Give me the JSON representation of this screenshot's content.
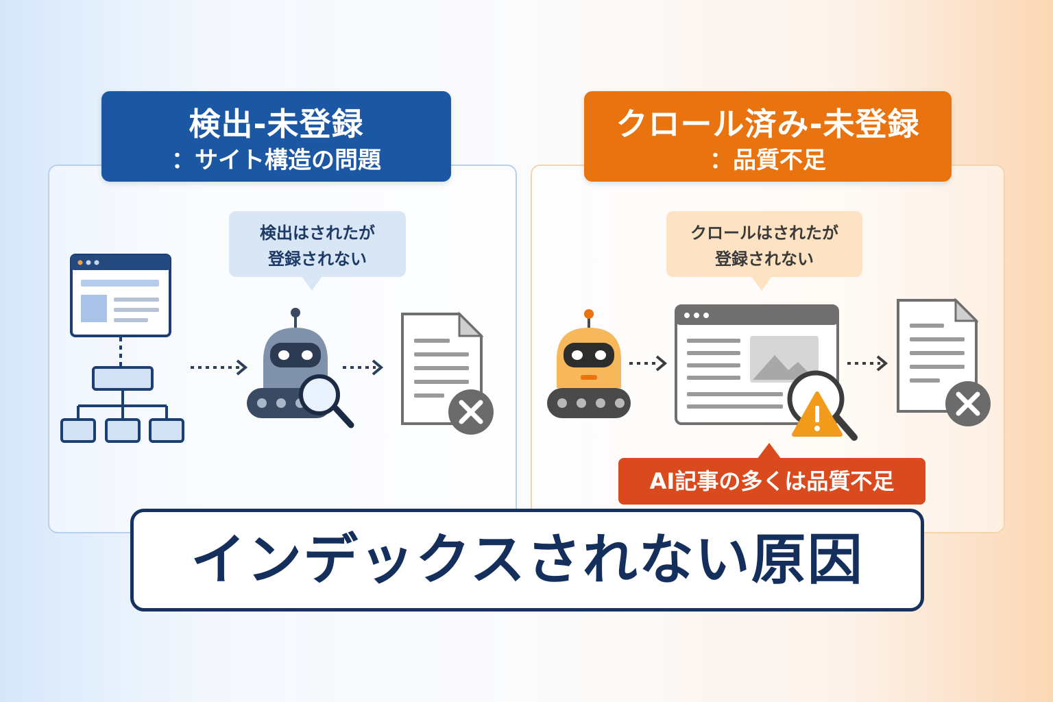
{
  "left": {
    "title": "検出-未登録",
    "subtitle": "：サイト構造の問題",
    "bubble": [
      "検出はされたが",
      "登録されない"
    ]
  },
  "right": {
    "title": "クロール済み-未登録",
    "subtitle": "：品質不足",
    "bubble": [
      "クロールはされたが",
      "登録されない"
    ],
    "alert": "AI記事の多くは品質不足"
  },
  "banner": "インデックスされない原因",
  "colors": {
    "left_accent": "#1c57a3",
    "right_accent": "#e8730f",
    "alert": "#d94a1e",
    "banner_text": "#152f5c"
  },
  "icons": {
    "left": [
      "browser-window-icon",
      "sitemap-tree-icon",
      "robot-icon",
      "magnifier-icon",
      "document-icon",
      "reject-x-icon"
    ],
    "right": [
      "robot-icon",
      "browser-window-icon",
      "image-placeholder-icon",
      "magnifier-icon",
      "warning-icon",
      "document-icon",
      "reject-x-icon"
    ]
  }
}
